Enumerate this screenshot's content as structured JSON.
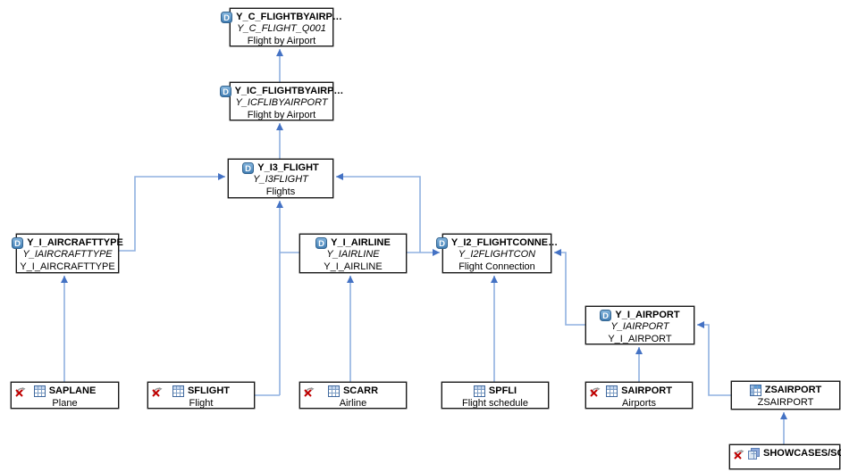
{
  "diagram": {
    "kind": "dependency-graph",
    "nodes": [
      {
        "id": "y_c_flightbyairport",
        "title": "Y_C_FLIGHTBYAIRP…",
        "subtitle": "Y_C_FLIGHT_Q001",
        "description": "Flight by Airport",
        "icon": "cds-view-icon",
        "no_expand": false
      },
      {
        "id": "y_ic_flightbyairport",
        "title": "Y_IC_FLIGHTBYAIRP…",
        "subtitle": "Y_ICFLIBYAIRPORT",
        "description": "Flight by Airport",
        "icon": "cds-view-icon",
        "no_expand": false
      },
      {
        "id": "y_i3_flight",
        "title": "Y_I3_FLIGHT",
        "subtitle": "Y_I3FLIGHT",
        "description": "Flights",
        "icon": "cds-view-icon",
        "no_expand": false
      },
      {
        "id": "y_i_aircrafttype",
        "title": "Y_I_AIRCRAFTTYPE",
        "subtitle": "Y_IAIRCRAFTTYPE",
        "description": "Y_I_AIRCRAFTTYPE",
        "icon": "cds-view-icon",
        "no_expand": false
      },
      {
        "id": "y_i_airline",
        "title": "Y_I_AIRLINE",
        "subtitle": "Y_IAIRLINE",
        "description": "Y_I_AIRLINE",
        "icon": "cds-view-icon",
        "no_expand": false
      },
      {
        "id": "y_i2_flightconnection",
        "title": "Y_I2_FLIGHTCONNE…",
        "subtitle": "Y_I2FLIGHTCON",
        "description": "Flight Connection",
        "icon": "cds-view-icon",
        "no_expand": false
      },
      {
        "id": "y_i_airport",
        "title": "Y_I_AIRPORT",
        "subtitle": "Y_IAIRPORT",
        "description": "Y_I_AIRPORT",
        "icon": "cds-view-icon",
        "no_expand": false
      },
      {
        "id": "saplane",
        "title": "SAPLANE",
        "subtitle": "",
        "description": "Plane",
        "icon": "database-table-icon",
        "no_expand": true
      },
      {
        "id": "sflight",
        "title": "SFLIGHT",
        "subtitle": "",
        "description": "Flight",
        "icon": "database-table-icon",
        "no_expand": true
      },
      {
        "id": "scarr",
        "title": "SCARR",
        "subtitle": "",
        "description": "Airline",
        "icon": "database-table-icon",
        "no_expand": true
      },
      {
        "id": "spfli",
        "title": "SPFLI",
        "subtitle": "",
        "description": "Flight schedule",
        "icon": "database-table-icon",
        "no_expand": false
      },
      {
        "id": "sairport",
        "title": "SAIRPORT",
        "subtitle": "",
        "description": "Airports",
        "icon": "database-table-icon",
        "no_expand": true
      },
      {
        "id": "zsairport",
        "title": "ZSAIRPORT",
        "subtitle": "",
        "description": "ZSAIRPORT",
        "icon": "database-table-alt-icon",
        "no_expand": false
      },
      {
        "id": "showcases",
        "title": "SHOWCASES/SC…",
        "subtitle": "",
        "description": "",
        "icon": "external-view-icon",
        "no_expand": true
      }
    ],
    "edges": [
      {
        "from": "y_ic_flightbyairport",
        "to": "y_c_flightbyairport"
      },
      {
        "from": "y_i3_flight",
        "to": "y_ic_flightbyairport"
      },
      {
        "from": "y_i_aircrafttype",
        "to": "y_i3_flight"
      },
      {
        "from": "sflight",
        "to": "y_i3_flight"
      },
      {
        "from": "y_i_airline",
        "to": "y_i3_flight"
      },
      {
        "from": "y_i_airline",
        "to": "y_i2_flightconnection"
      },
      {
        "from": "y_i_airport",
        "to": "y_i2_flightconnection"
      },
      {
        "from": "saplane",
        "to": "y_i_aircrafttype"
      },
      {
        "from": "scarr",
        "to": "y_i_airline"
      },
      {
        "from": "spfli",
        "to": "y_i2_flightconnection"
      },
      {
        "from": "sairport",
        "to": "y_i_airport"
      },
      {
        "from": "zsairport",
        "to": "y_i_airport"
      },
      {
        "from": "showcases",
        "to": "zsairport"
      }
    ],
    "colors": {
      "edge_line": "#8FB0E0",
      "edge_arrow": "#4472C4",
      "node_border": "#1A1A1A",
      "node_background": "#FFFFFF",
      "cds_icon_blue": "#4A86BC",
      "no_expand_red": "#C00000"
    }
  }
}
